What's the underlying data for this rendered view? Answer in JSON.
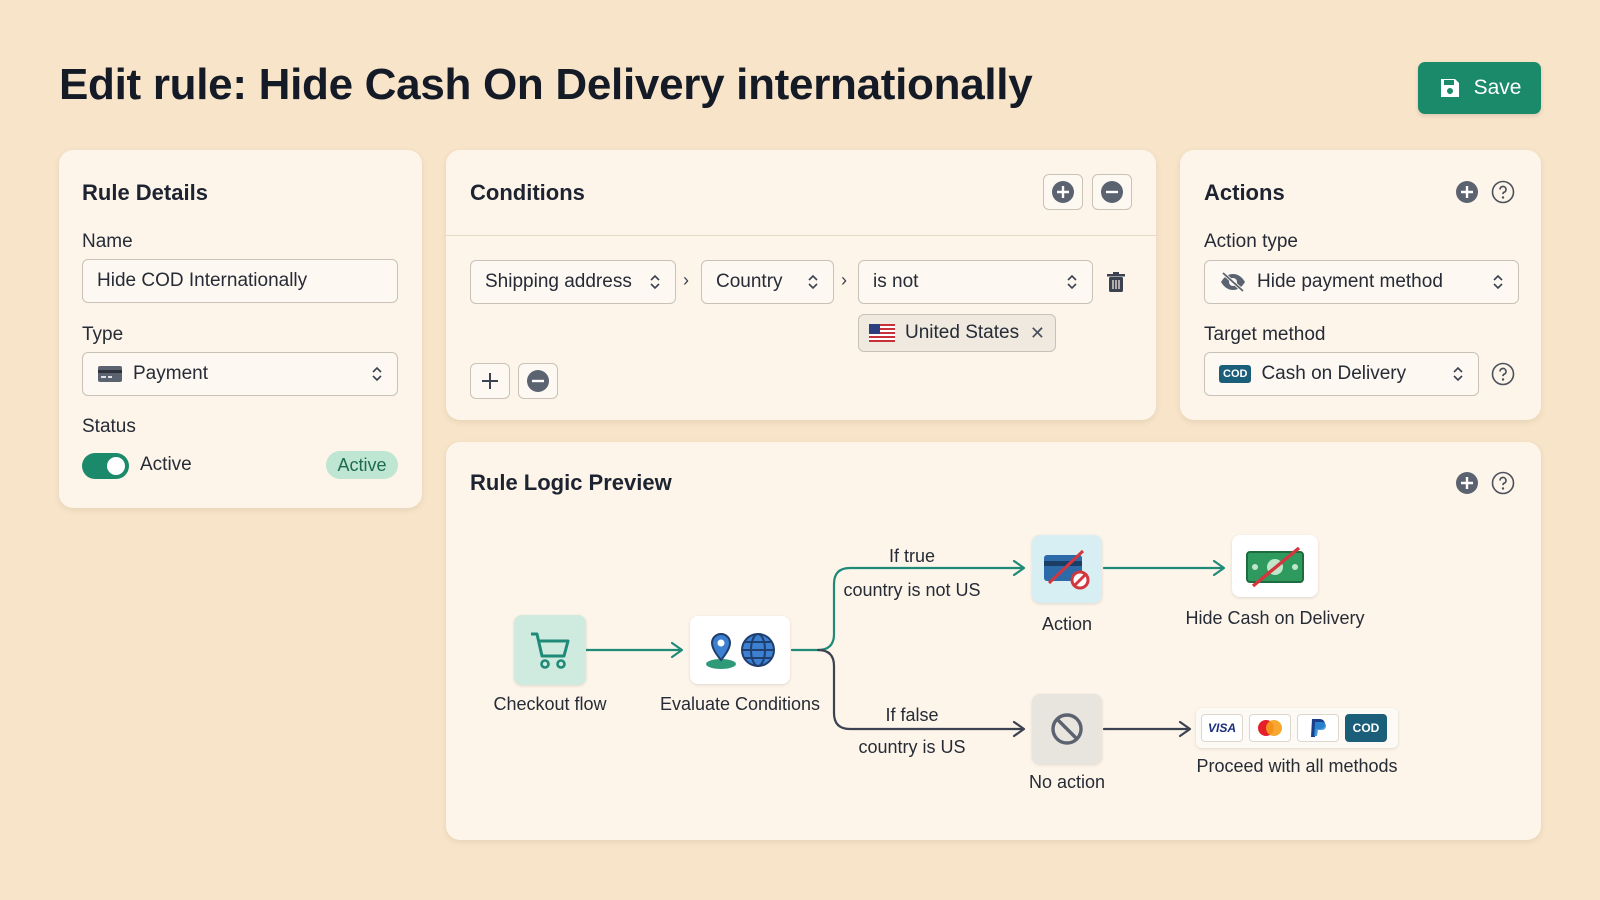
{
  "page": {
    "title": "Edit rule: Hide Cash On Delivery internationally",
    "save_label": "Save",
    "accent_color": "#1b8a6b"
  },
  "rule_details": {
    "title": "Rule Details",
    "name_label": "Name",
    "name_value": "Hide COD Internationally",
    "type_label": "Type",
    "type_value": "Payment",
    "status_label": "Status",
    "status_toggle_label": "Active",
    "status_badge": "Active"
  },
  "conditions": {
    "title": "Conditions",
    "field_1": "Shipping address",
    "field_2": "Country",
    "operator": "is not",
    "value_chip": "United States"
  },
  "actions": {
    "title": "Actions",
    "action_type_label": "Action type",
    "action_type_value": "Hide payment method",
    "target_label": "Target method",
    "target_value": "Cash on Delivery",
    "cod_tag": "COD"
  },
  "preview": {
    "title": "Rule Logic Preview",
    "checkout_label": "Checkout flow",
    "evaluate_label": "Evaluate Conditions",
    "if_true": "If true",
    "true_condition": "country is not US",
    "if_false": "If false",
    "false_condition": "country is US",
    "action_label": "Action",
    "hide_cod_label": "Hide Cash on Delivery",
    "no_action_label": "No action",
    "proceed_label": "Proceed with all methods",
    "logos": [
      "VISA",
      "COD"
    ]
  }
}
